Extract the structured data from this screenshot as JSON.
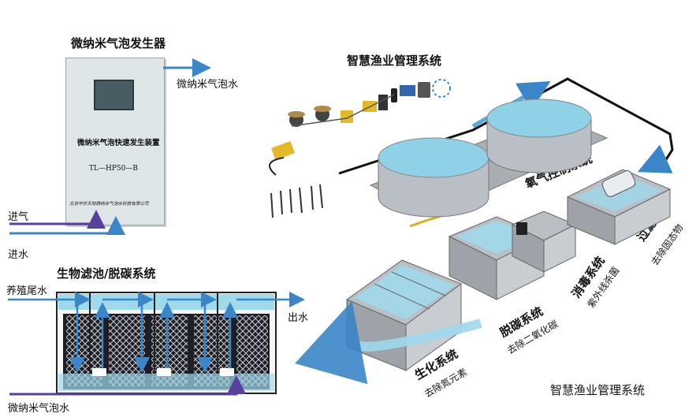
{
  "generator": {
    "title": "微纳米气泡发生器",
    "device_name": "微纳米气泡快速发生装置",
    "model": "TL—HP50—B",
    "maker": "北京中农天陆微纳米气泡水科技有限公司",
    "out_label": "微纳米气泡水",
    "air_in": "进气",
    "water_in": "进水"
  },
  "biofilter": {
    "title": "生物滤池/脱碳系统",
    "inlet": "养殖尾水",
    "outlet": "出水",
    "bubble_in": "微纳米气泡水"
  },
  "system": {
    "title": "智慧渔业管理系统",
    "oxygen": "氧气控制系统",
    "filter": "过滤系统",
    "filter_sub": "去除固态物",
    "disinfect": "消毒系统",
    "disinfect_sub": "紫外线杀菌",
    "decarbon": "脱碳系统",
    "decarbon_sub": "去除二氧化碳",
    "biochem": "生化系统",
    "biochem_sub": "去除氮元素"
  },
  "footer": {
    "caption": "智慧渔业管理系统"
  },
  "colors": {
    "arrow": "#3a86c8",
    "purple": "#5b3f9e",
    "water": "#9fd9ec",
    "tank": "#b9bfc4"
  }
}
